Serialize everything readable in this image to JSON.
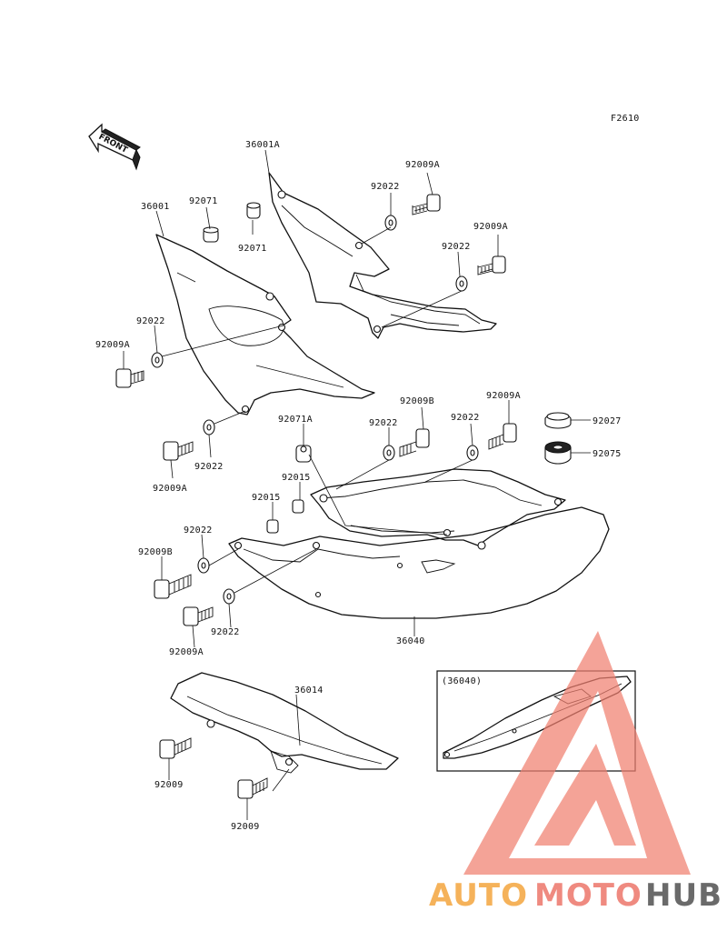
{
  "figure_code": "F2610",
  "front_label": "FRONT",
  "labels": {
    "p36001A": "36001A",
    "p36001": "36001",
    "p92071_top": "92071",
    "p92071_mid": "92071",
    "p92022_a": "92022",
    "p92009A_a": "92009A",
    "p92022_b": "92022",
    "p92009A_b": "92009A",
    "p92022_left": "92022",
    "p92009A_left": "92009A",
    "p92022_left2": "92022",
    "p92009A_left2": "92009A",
    "p92071A": "92071A",
    "p92022_c": "92022",
    "p92009B_top": "92009B",
    "p92022_d": "92022",
    "p92009A_c": "92009A",
    "p92027": "92027",
    "p92075": "92075",
    "p92015_a": "92015",
    "p92015_b": "92015",
    "p92022_e": "92022",
    "p92009B_left": "92009B",
    "p92022_f": "92022",
    "p92009A_d": "92009A",
    "p36040": "36040",
    "p36014": "36014",
    "p92009_a": "92009",
    "p92009_b": "92009",
    "inset_ref": "(36040)"
  },
  "watermark": {
    "part1": "AUTO",
    "part2": "MOTO",
    "part3": "HUB",
    "colors": {
      "auto": "#f5b25a",
      "moto": "#ef8a80",
      "hub": "#6a6a6a",
      "logo": "#f08070"
    }
  }
}
